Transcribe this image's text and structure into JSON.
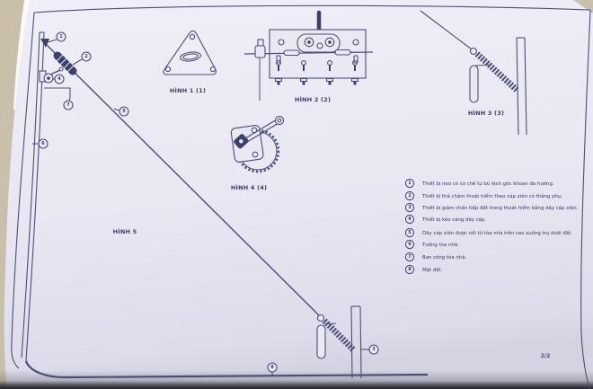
{
  "page": {
    "number": "2/2"
  },
  "figures": {
    "fig1": {
      "label": "HÌNH 1 (1)"
    },
    "fig2": {
      "label": "HÌNH 2 (2)"
    },
    "fig3": {
      "label": "HÌNH 3 (3)"
    },
    "fig4": {
      "label": "HÌNH 4 (4)"
    },
    "fig5": {
      "label": "HÌNH 5"
    }
  },
  "legend": {
    "items": [
      {
        "num": "1",
        "text": "Thiết bị neo có cơ chế tự bù lệch góc khoan đa hướng."
      },
      {
        "num": "2",
        "text": "Thiết bị thả chậm thoát hiểm theo cáp xiên có thắng phụ."
      },
      {
        "num": "3",
        "text": "Thiết bị giảm chấn tiếp đất trong thoát hiểm bằng dây cáp xiên."
      },
      {
        "num": "4",
        "text": "Thiết bị kéo căng dây cáp."
      },
      {
        "num": "5",
        "text": "Dây cáp xiên được nối từ tòa nhà trên cao xuống trụ dưới đất."
      },
      {
        "num": "6",
        "text": "Tường tòa nhà."
      },
      {
        "num": "7",
        "text": "Ban công tòa nhà."
      },
      {
        "num": "8",
        "text": "Mặt đất."
      }
    ]
  },
  "colors": {
    "ink": "#4b4e76",
    "paper": "#eae9f3",
    "table_background": "#c9bfaa",
    "bottom_shadow": "#2b2a31"
  }
}
